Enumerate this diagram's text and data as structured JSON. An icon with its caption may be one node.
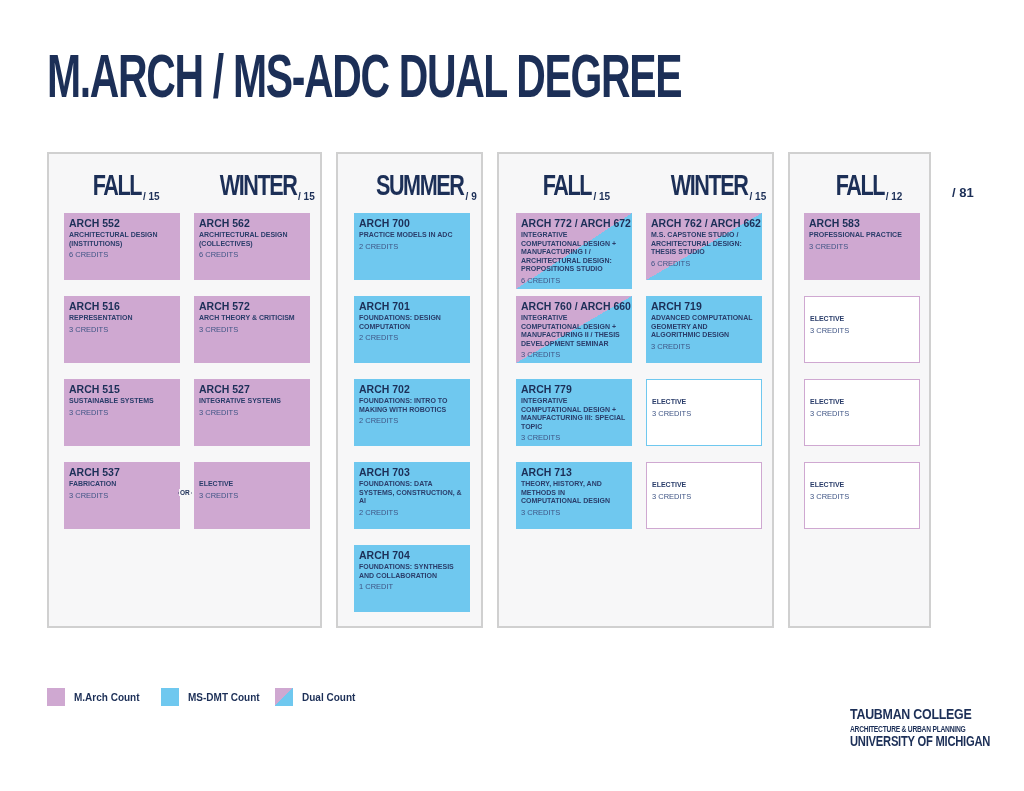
{
  "diagram": {
    "title": "M.ARCH / MS-ADC DUAL DEGREE",
    "nodes": [
      {
        "text": [
          "FALL",
          "/ 15",
          "WINTER",
          "/ 15"
        ]
      },
      {
        "text": [
          "ARCH 552",
          "ARCHITECTURAL DESIGN (INSTITUTIONS)",
          "6 CREDITS"
        ],
        "in": 0
      },
      {
        "text": [
          "ARCH 562",
          "ARCHITECTURAL DESIGN (COLLECTIVES)",
          "6 CREDITS"
        ],
        "in": 0
      },
      {
        "text": [
          "ARCH 516",
          "REPRESENTATION",
          "3 CREDITS"
        ],
        "in": 0
      },
      {
        "text": [
          "ARCH 572",
          "ARCH THEORY & CRITICISM",
          "3 CREDITS"
        ],
        "in": 0
      },
      {
        "text": [
          "ARCH 515",
          "SUSTAINABLE SYSTEMS",
          "3 CREDITS"
        ],
        "in": 0
      },
      {
        "text": [
          "ARCH 527",
          "INTEGRATIVE SYSTEMS",
          "3 CREDITS"
        ],
        "in": 0
      },
      {
        "text": [
          "ARCH 537",
          "FABRICATION",
          "3 CREDITS"
        ],
        "in": 0
      },
      {
        "text": [
          "ELECTIVE",
          "3 CREDITS"
        ],
        "in": 0
      },
      {
        "text": [
          "SUMMER",
          "/ 9"
        ]
      },
      {
        "text": [
          "ARCH 700",
          "PRACTICE MODELS IN ADC",
          "2 CREDITS"
        ],
        "in": 9
      },
      {
        "text": [
          "ARCH 701",
          "FOUNDATIONS: DESIGN COMPUTATION",
          "2 CREDITS"
        ],
        "in": 9
      },
      {
        "text": [
          "ARCH 702",
          "FOUNDATIONS: INTRO TO MAKING WITH ROBOTICS",
          "2 CREDITS"
        ],
        "in": 9
      },
      {
        "text": [
          "ARCH 703",
          "FOUNDATIONS: DATA SYSTEMS, CONSTRUCTION, & AI",
          "2 CREDITS"
        ],
        "in": 9
      },
      {
        "text": [
          "ARCH 704",
          "FOUNDATIONS: SYNTHESIS AND COLLABORATION",
          "1 CREDIT"
        ],
        "in": 9
      },
      {
        "text": [
          "FALL",
          "/ 15",
          "WINTER",
          "/ 15"
        ]
      },
      {
        "text": [
          "ARCH 772 / ARCH 672",
          "INTEGRATIVE COMPUTATIONAL DESIGN + MANUFACTURING I / ARCHITECTURAL DESIGN: PROPOSITIONS STUDIO",
          "6 CREDITS"
        ],
        "in": 15
      },
      {
        "text": [
          "ARCH 762 / ARCH 662",
          "M.S. CAPSTONE STUDIO / ARCHITECTURAL DESIGN: THESIS STUDIO",
          "6 CREDITS"
        ],
        "in": 15
      },
      {
        "text": [
          "ARCH 760 / ARCH 660",
          "INTEGRATIVE COMPUTATIONAL DESIGN + MANUFACTURING II / THESIS DEVELOPMENT SEMINAR",
          "3 CREDITS"
        ],
        "in": 15
      },
      {
        "text": [
          "ARCH 719",
          "ADVANCED COMPUTATIONAL GEOMETRY AND ALGORITHMIC DESIGN",
          "3 CREDITS"
        ],
        "in": 15
      },
      {
        "text": [
          "ARCH 779",
          "INTEGRATIVE COMPUTATIONAL DESIGN + MANUFACTURING III: SPECIAL TOPIC",
          "3 CREDITS"
        ],
        "in": 15
      },
      {
        "text": [
          "ELECTIVE",
          "3 CREDITS"
        ],
        "in": 15
      },
      {
        "text": [
          "ARCH 713",
          "THEORY, HISTORY, AND METHODS IN COMPUTATIONAL DESIGN",
          "3 CREDITS"
        ],
        "in": 15
      },
      {
        "text": [
          "ELECTIVE",
          "3 CREDITS"
        ],
        "in": 15
      },
      {
        "text": [
          "FALL",
          "/ 12"
        ]
      },
      {
        "text": [
          "ARCH 583",
          "PROFESSIONAL PRACTICE",
          "3 CREDITS"
        ],
        "in": 24
      },
      {
        "text": [
          "ELECTIVE",
          "3 CREDITS"
        ],
        "in": 24
      },
      {
        "text": [
          "ELECTIVE",
          "3 CREDITS"
        ],
        "in": 24
      },
      {
        "text": [
          "ELECTIVE",
          "3 CREDITS"
        ],
        "in": 24
      }
    ],
    "edges": [
      {
        "from": 7,
        "to": 8,
        "arrow": "none",
        "label": "OR"
      }
    ],
    "labels": [
      "/ 81",
      "TAUBMAN COLLEGE",
      "ARCHITECTURE & URBAN PLANNING",
      "UNIVERSITY OF MICHIGAN"
    ],
    "legend": [
      {
        "text": "M.Arch Count",
        "color": "#cfa8d1"
      },
      {
        "text": "MS-DMT Count",
        "color": "#6fc8ef"
      },
      {
        "text": "Dual Count"
      }
    ]
  }
}
